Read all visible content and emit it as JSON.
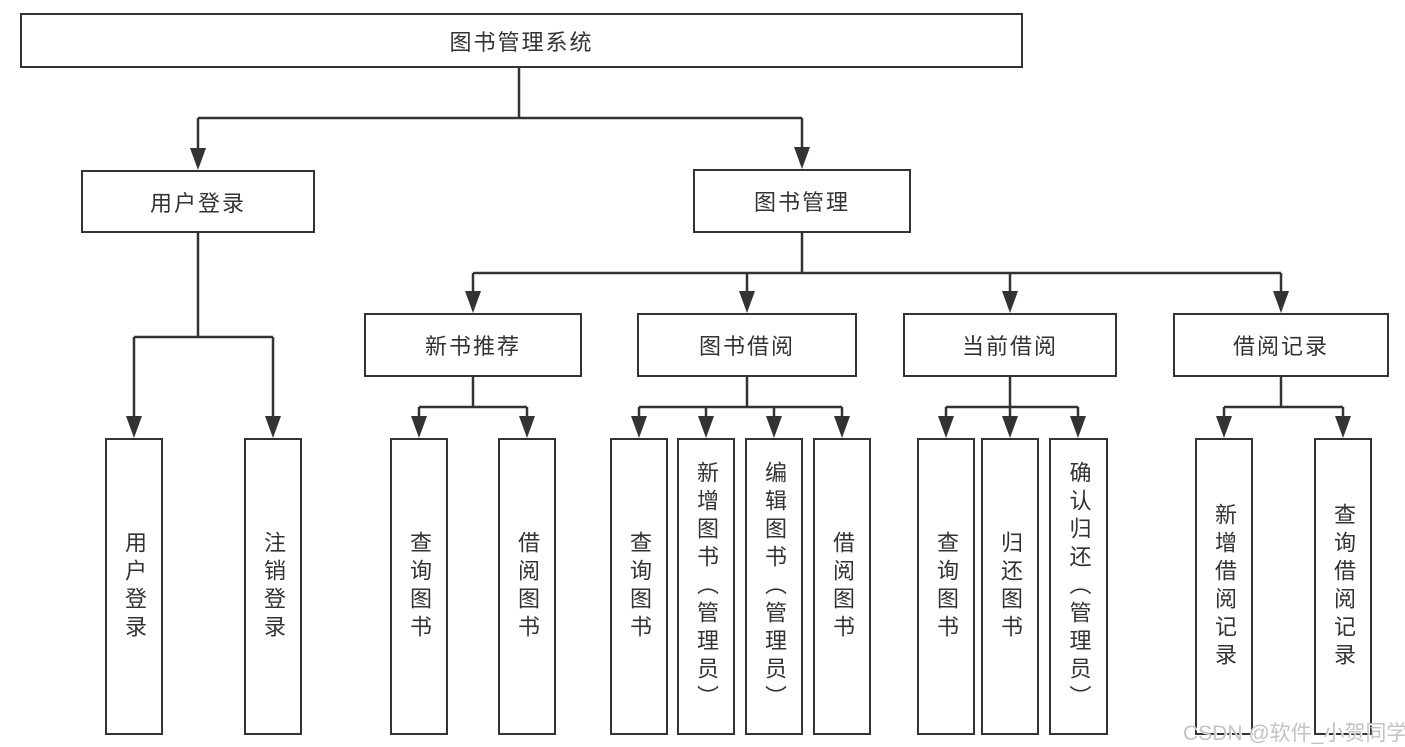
{
  "diagram": {
    "type": "hierarchy-tree",
    "root": {
      "label": "图书管理系统"
    },
    "level2": {
      "user_login": {
        "label": "用户登录"
      },
      "book_mgmt": {
        "label": "图书管理"
      }
    },
    "level3": {
      "new_books": {
        "label": "新书推荐",
        "parent": "图书管理"
      },
      "book_borrow": {
        "label": "图书借阅",
        "parent": "图书管理"
      },
      "current_borrow": {
        "label": "当前借阅",
        "parent": "图书管理"
      },
      "borrow_records": {
        "label": "借阅记录",
        "parent": "图书管理"
      }
    },
    "leaves": {
      "login": {
        "label": "用户登录",
        "parent": "用户登录"
      },
      "logout": {
        "label": "注销登录",
        "parent": "用户登录"
      },
      "nb_query": {
        "label": "查询图书",
        "parent": "新书推荐"
      },
      "nb_borrow": {
        "label": "借阅图书",
        "parent": "新书推荐"
      },
      "bb_query": {
        "label": "查询图书",
        "parent": "图书借阅"
      },
      "bb_add": {
        "label": "新增图书（管理员）",
        "parent": "图书借阅"
      },
      "bb_edit": {
        "label": "编辑图书（管理员）",
        "parent": "图书借阅"
      },
      "bb_borrow": {
        "label": "借阅图书",
        "parent": "图书借阅"
      },
      "cb_query": {
        "label": "查询图书",
        "parent": "当前借阅"
      },
      "cb_return": {
        "label": "归还图书",
        "parent": "当前借阅"
      },
      "cb_confirm": {
        "label": "确认归还（管理员）",
        "parent": "当前借阅"
      },
      "br_add": {
        "label": "新增借阅记录",
        "parent": "借阅记录"
      },
      "br_query": {
        "label": "查询借阅记录",
        "parent": "借阅记录"
      }
    }
  },
  "watermark": {
    "text": "CSDN @软件_小贺同学"
  },
  "colors": {
    "line": "#333333",
    "box_border": "#333333",
    "text": "#333333",
    "background": "#ffffff",
    "watermark": "#c3c3c3"
  }
}
